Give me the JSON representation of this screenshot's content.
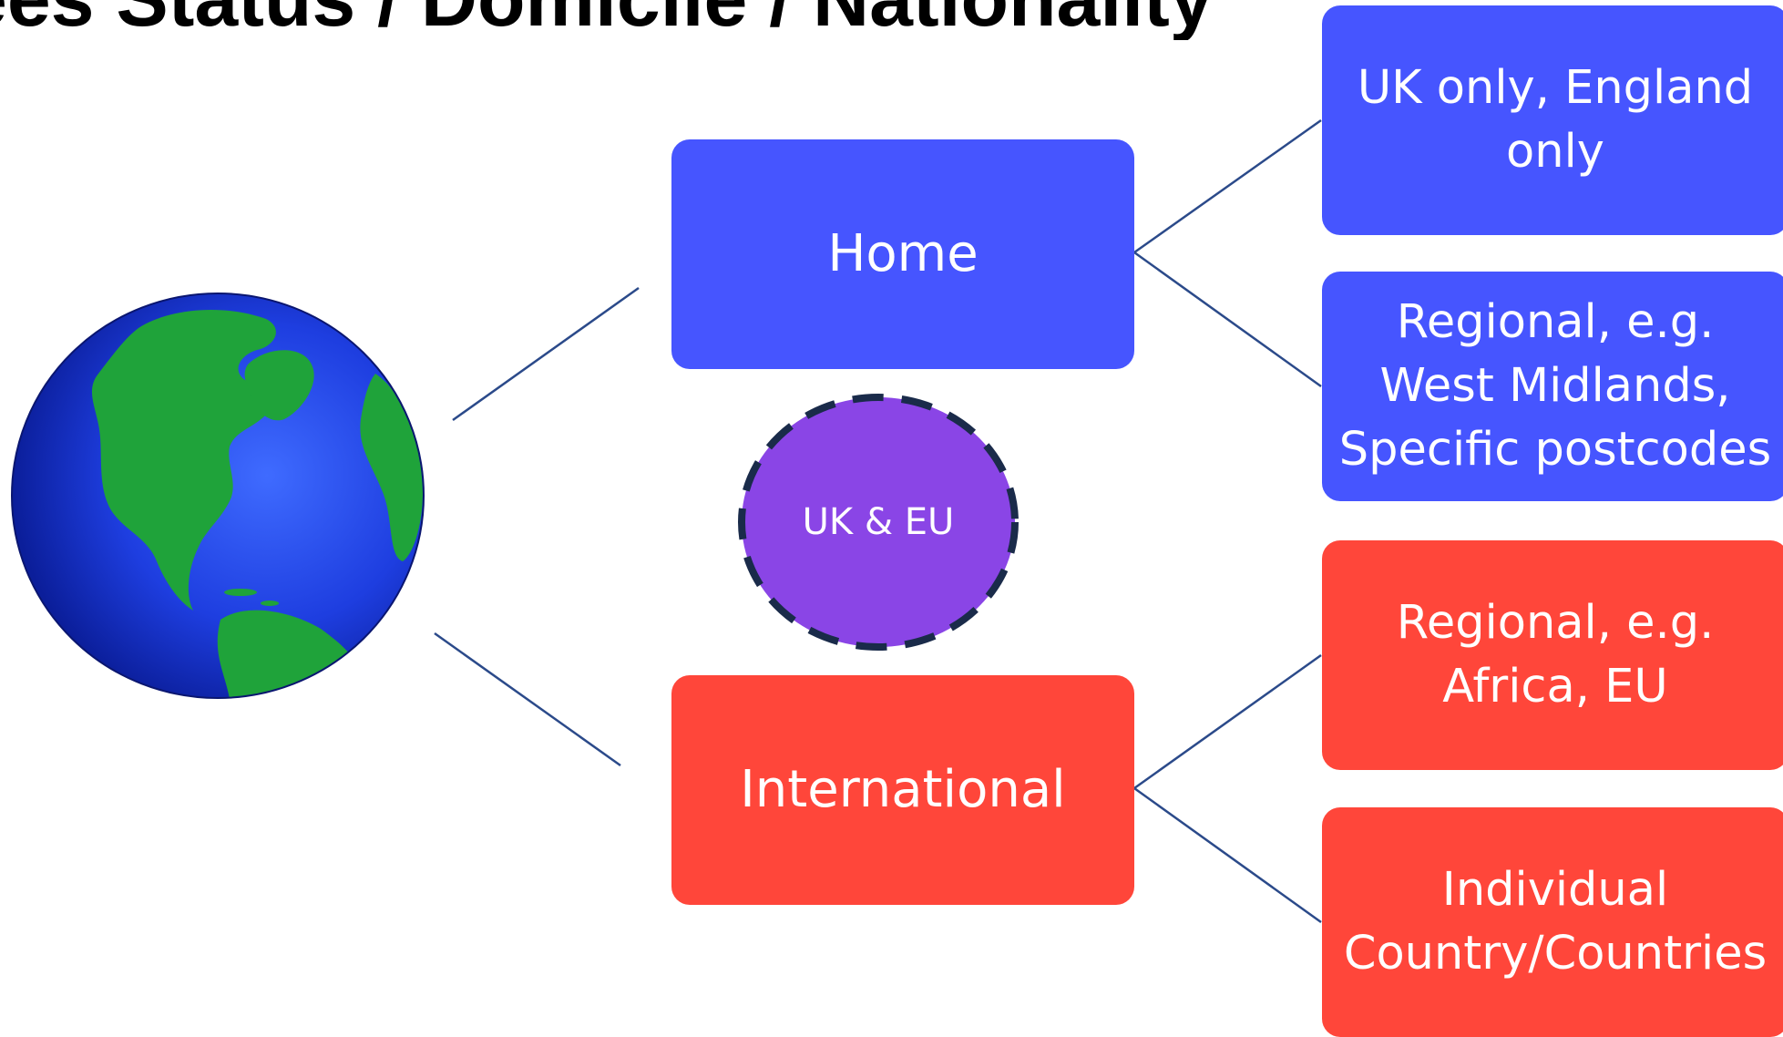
{
  "title": "ees Status / Domicile / Nationality",
  "colors": {
    "home": "#4655FF",
    "international": "#FF463A",
    "overlap": "#8A45E6",
    "overlap_border": "#1A2B4A",
    "connector": "#2B4A8A",
    "globe_ocean": "#1E40E0",
    "globe_land": "#1FA33A"
  },
  "nodes": {
    "home": "Home",
    "international": "International",
    "overlap": "UK & EU",
    "home_children": [
      "UK only, England\nonly",
      "Regional, e.g.\nWest Midlands,\nSpecific postcodes"
    ],
    "international_children": [
      "Regional, e.g.\nAfrica, EU",
      "Individual\nCountry/Countries"
    ]
  },
  "icons": {
    "globe": "globe-icon"
  }
}
